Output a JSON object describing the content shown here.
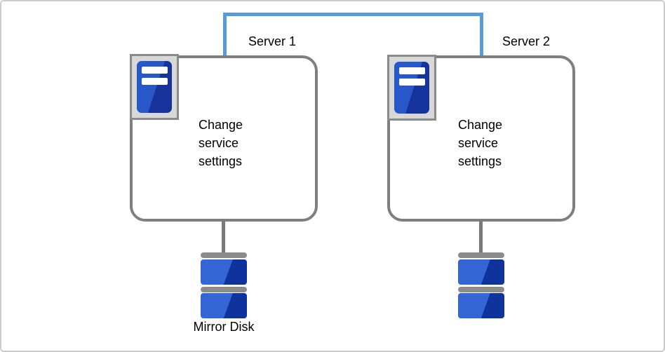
{
  "colors": {
    "canvas-border": "#cccccc",
    "link-blue": "#5B9BD5",
    "box-border": "#7f7f7f",
    "icon-frame-fill": "#d8d8d8",
    "icon-frame-border": "#8a8a8a",
    "server-blue-light": "#2857c9",
    "server-blue-dark": "#16339b",
    "disk-blue-light": "#3365d4",
    "disk-blue-dark": "#0f339c",
    "gray-bar": "#8c8c8c",
    "connector-gray": "#7a7a7a"
  },
  "nodes": [
    {
      "title": "Server 1",
      "body": "Change\nservice\nsettings",
      "icon": "server-icon"
    },
    {
      "title": "Server 2",
      "body": "Change\nservice\nsettings",
      "icon": "server-icon"
    }
  ],
  "disks": [
    {
      "icon": "mirror-disk-icon",
      "label": "Mirror Disk"
    },
    {
      "icon": "mirror-disk-icon"
    }
  ]
}
